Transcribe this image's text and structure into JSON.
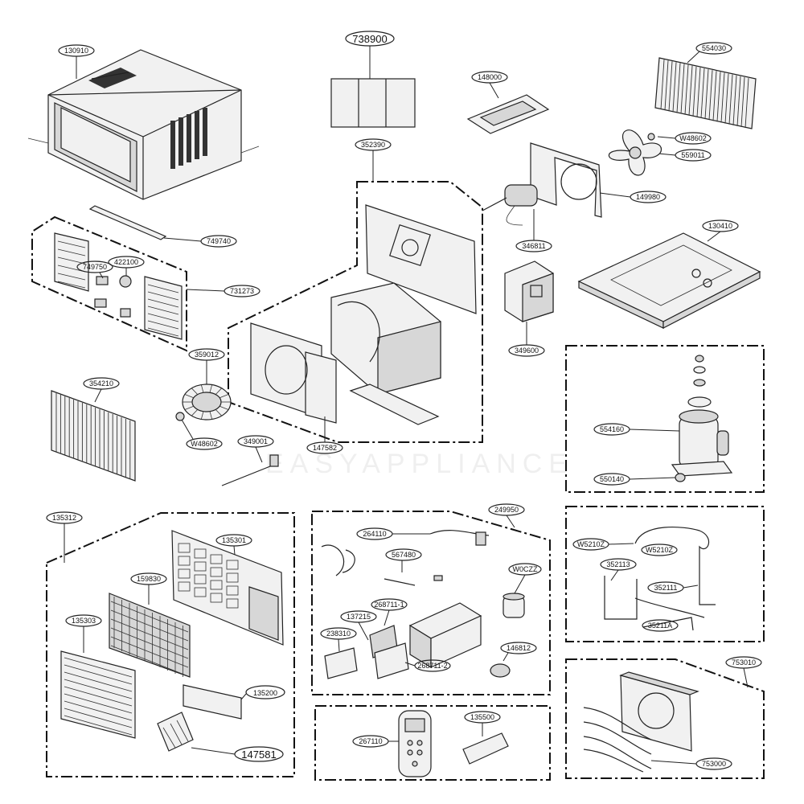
{
  "diagram": {
    "watermark": "EASYAPPLIANCE",
    "labels": {
      "p130910": "130910",
      "p738900": "738900",
      "p148000": "148000",
      "p554030": "554030",
      "pW48602a": "W48602",
      "p559011": "559011",
      "p352390": "352390",
      "p149980": "149980",
      "p749740": "749740",
      "p749750": "749750",
      "p422100": "422100",
      "p731273": "731273",
      "p346811": "346811",
      "p130410": "130410",
      "p349600": "349600",
      "p359012": "359012",
      "p354210": "354210",
      "pW48602b": "W48602",
      "p349001": "349001",
      "p147582": "147582",
      "p554160": "554160",
      "p550140": "550140",
      "p135312": "135312",
      "p135301": "135301",
      "p159830": "159830",
      "p135303": "135303",
      "p135200": "135200",
      "p147581": "147581",
      "p249950": "249950",
      "p264110": "264110",
      "p567480": "567480",
      "pW0CZZ": "W0CZZ",
      "p268711_1": "268711-1",
      "p137215": "137215",
      "p238310": "238310",
      "p268711_2": "268711-2",
      "p146812": "146812",
      "pW5210Z": "W5210Z",
      "pW5210Z2": "W5210Z",
      "p352113": "352113",
      "p352111": "352111",
      "p35211A": "35211A",
      "p753010": "753010",
      "p753000": "753000",
      "p267110": "267110",
      "p135500": "135500"
    }
  }
}
